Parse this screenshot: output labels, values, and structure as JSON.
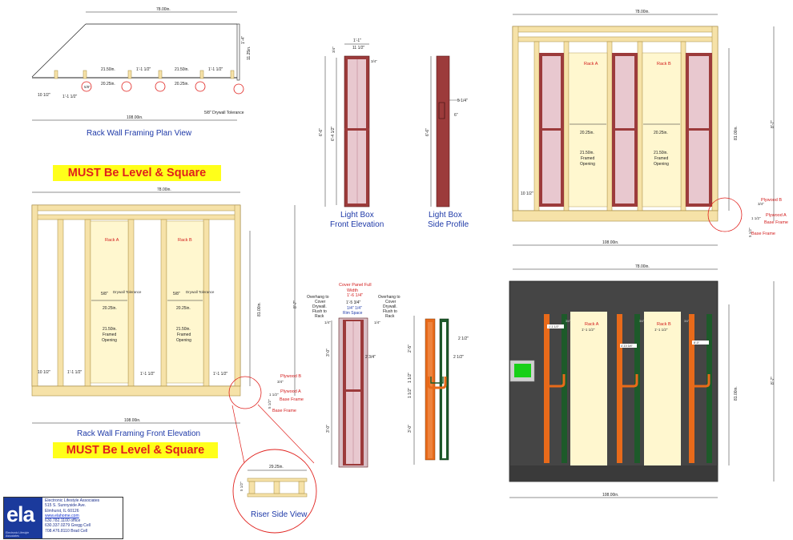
{
  "plan_view": {
    "title": "Rack Wall Framing Plan View",
    "dims": {
      "top": "78.00in.",
      "bottom": "108.00in.",
      "right": "11.25in.",
      "right2": "1'-4\"",
      "left1": "10 1/2\"",
      "left2": "1'-1 1/2\"",
      "b1": "21.50in.",
      "b2": "1'-1 1/2\"",
      "b3": "21.50in.",
      "b4": "1'-1 1/2\"",
      "c1": "20.25in.",
      "c2": "20.25in.",
      "ring": "5/8\"",
      "tol": "5/8\" Drywall Tolerance"
    }
  },
  "must1": "MUST Be Level & Square",
  "must2": "MUST Be Level & Square",
  "front_elev": {
    "title": "Rack Wall Framing Front Elevation",
    "top": "78.00in.",
    "bottom": "108.00in.",
    "height": "81.00in.",
    "height2": "8'-7\"",
    "rack_a": "Rack A",
    "rack_b": "Rack B",
    "drywall": "Drywall Tolerance",
    "side": "5/8\"",
    "w": "20.25in.",
    "fo": "21.50in.",
    "framed": "Framed",
    "opening": "Opening",
    "l1": "10 1/2\"",
    "l2": "1'-1 1/2\"",
    "l3": "1'-1 1/2\"",
    "l4": "1'-1 1/2\"",
    "ply_b": "Plywood B",
    "ply_a": "Plywood A",
    "base": "Base Frame",
    "d1": "3/4\"",
    "d2": "1 1/2\"",
    "d3": "5 1/2\""
  },
  "riser": {
    "title": "Riser Side View",
    "w": "29.25in.",
    "h": "5 1/2\""
  },
  "light_front": {
    "title1": "Light Box",
    "title2": "Front Elevation",
    "w1": "1'-1\"",
    "w2": "11 1/2\"",
    "t1": "3/4\"",
    "t2": "3/4\"",
    "h1": "6'-6\"",
    "h2": "6'-4 1/2\""
  },
  "light_side": {
    "title1": "Light Box",
    "title2": "Side Profile",
    "d1": "5 1/4\"",
    "d2": "6\"",
    "h": "6'-6\""
  },
  "cover": {
    "head1": "Cover Panel Full",
    "head2": "Width",
    "head3": "1'-6 1/4\"",
    "w2": "1'-5 3/4\"",
    "w3": "1/4\" 1/4\"",
    "w4": "Rim Space",
    "left": [
      "Overhang to",
      "Cover",
      "Drywall.",
      "Flush to",
      "Rack"
    ],
    "right": [
      "Overhang to",
      "Cover",
      "Drywall.",
      "Flush to",
      "Rack"
    ],
    "q1": "1/4\"",
    "q2": "1/4\"",
    "h1": "3'-0\"",
    "h2": "3'-0\"",
    "s": "2 3/4\""
  },
  "bracket": {
    "a": "2'-5\"",
    "b": "1 1/2\"",
    "c": "1 1/2\"",
    "d": "3'-0\"",
    "e": "2 1/2\"",
    "f": "2 1/2\""
  },
  "elev_tr": {
    "top": "78.00in.",
    "bottom": "108.00in.",
    "height": "81.00in.",
    "height2": "8'-7\"",
    "rack_a": "Rack A",
    "rack_b": "Rack B",
    "w": "20.25in.",
    "fo": "21.50in.",
    "framed": "Framed",
    "opening": "Opening",
    "l1": "10 1/2\"",
    "ply_b": "Plywood B",
    "ply_a": "Plywood A",
    "base": "Base Frame",
    "d1": "3/4\"",
    "d2": "1 1/2\"",
    "d3": "5 1/2\""
  },
  "elev_br": {
    "top": "78.00in.",
    "bottom": "108.00in.",
    "height": "81.00in.",
    "height2": "8'-7\"",
    "rack_a": "Rack A",
    "rack_b": "Rack B",
    "sub": "1'-1 1/2\"",
    "h1": "1'-1 1/2\"",
    "h2": "4'-10 3/4\"",
    "h3": "8'-0\"",
    "s": "3/4\""
  },
  "title_block": {
    "logo": "ela",
    "logo_sub": "Electronic Lifestyle Associates",
    "company": "Electronic Lifestyle Associates",
    "addr1": "515 S. Sunnyside Ave.",
    "addr2": "Elmhurst, IL 60126",
    "web": "www.elahome.com",
    "p1": "630.782.1100 office",
    "p2": "630.337.0279 Gregg Cell",
    "p3": "708.476.8110 Brad Cell"
  },
  "colors": {
    "wood": "#f6e2a8",
    "wood_edge": "#b99a4a",
    "panel": "#fff7cf",
    "rack": "#b06070",
    "red": "#e0201c",
    "blue": "#1f3aa8",
    "dark": "#454545",
    "orange": "#e86a1a",
    "green": "#1d5a2a"
  }
}
